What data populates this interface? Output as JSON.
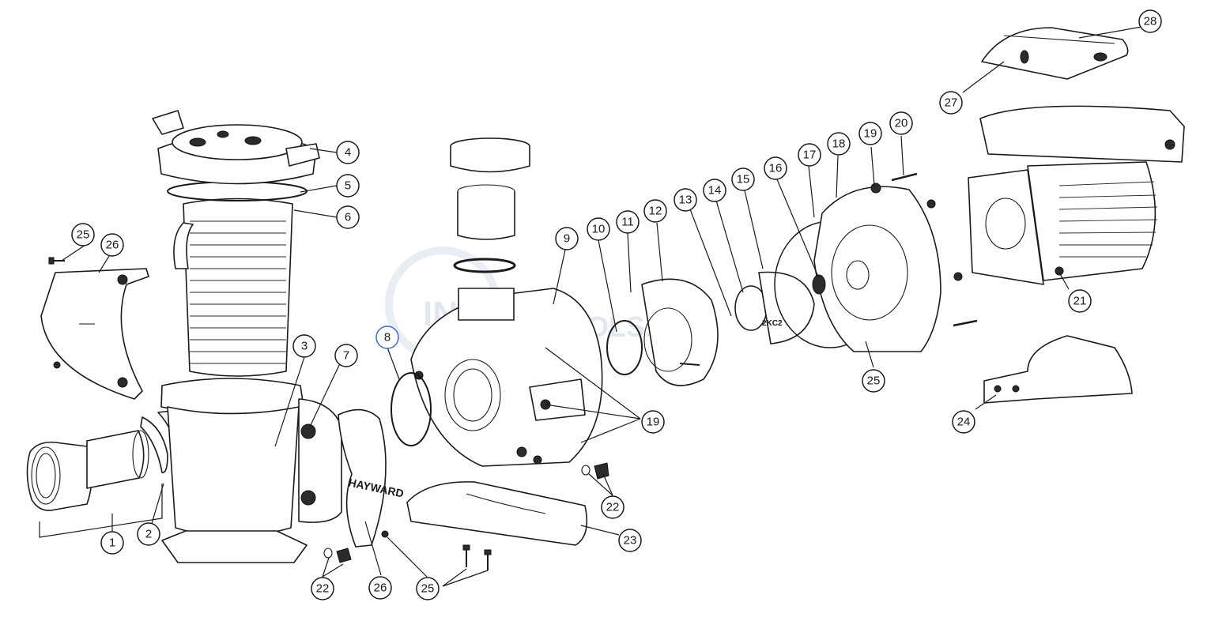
{
  "watermark": {
    "text_left": "INYO",
    "text_right": "POOLS.COM"
  },
  "brand_label": "HAYWARD",
  "impeller_stamp": "2KC2",
  "callouts": [
    {
      "id": "c1",
      "label": "1"
    },
    {
      "id": "c2",
      "label": "2"
    },
    {
      "id": "c3",
      "label": "3"
    },
    {
      "id": "c4",
      "label": "4"
    },
    {
      "id": "c5",
      "label": "5"
    },
    {
      "id": "c6",
      "label": "6"
    },
    {
      "id": "c7",
      "label": "7"
    },
    {
      "id": "c8",
      "label": "8"
    },
    {
      "id": "c9",
      "label": "9"
    },
    {
      "id": "c10",
      "label": "10"
    },
    {
      "id": "c11",
      "label": "11"
    },
    {
      "id": "c12",
      "label": "12"
    },
    {
      "id": "c13",
      "label": "13"
    },
    {
      "id": "c14",
      "label": "14"
    },
    {
      "id": "c15",
      "label": "15"
    },
    {
      "id": "c16",
      "label": "16"
    },
    {
      "id": "c17",
      "label": "17"
    },
    {
      "id": "c18",
      "label": "18"
    },
    {
      "id": "c19a",
      "label": "19"
    },
    {
      "id": "c19b",
      "label": "19"
    },
    {
      "id": "c20",
      "label": "20"
    },
    {
      "id": "c21",
      "label": "21"
    },
    {
      "id": "c22a",
      "label": "22"
    },
    {
      "id": "c22b",
      "label": "22"
    },
    {
      "id": "c23",
      "label": "23"
    },
    {
      "id": "c24",
      "label": "24"
    },
    {
      "id": "c25a",
      "label": "25"
    },
    {
      "id": "c25b",
      "label": "25"
    },
    {
      "id": "c25c",
      "label": "25"
    },
    {
      "id": "c26a",
      "label": "26"
    },
    {
      "id": "c26b",
      "label": "26"
    },
    {
      "id": "c27",
      "label": "27"
    },
    {
      "id": "c28",
      "label": "28"
    }
  ],
  "colors": {
    "line": "#1a1a1a",
    "accent_callout": "#3a6fb8",
    "watermark": "#d7dee9"
  }
}
